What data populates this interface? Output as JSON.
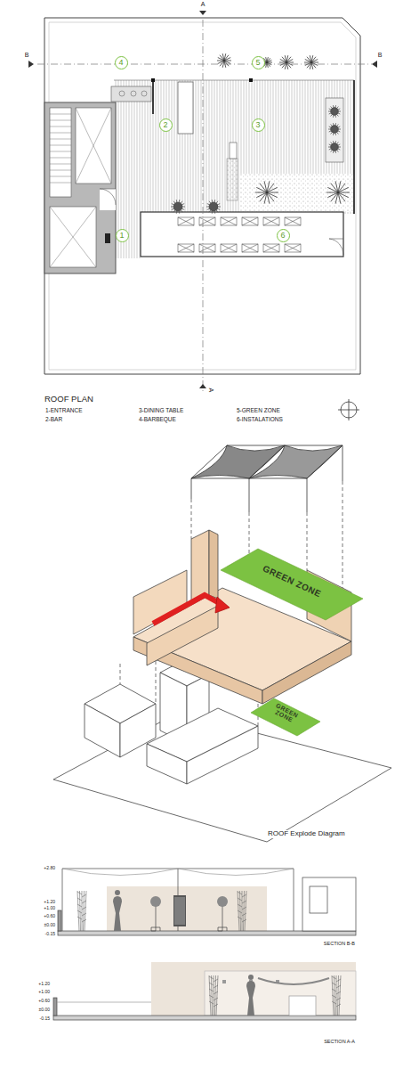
{
  "diagram": {
    "title": "ROOF PLAN",
    "nodes": [
      {
        "text": [
          "4"
        ]
      },
      {
        "text": [
          "5"
        ]
      },
      {
        "text": [
          "2"
        ]
      },
      {
        "text": [
          "3"
        ]
      },
      {
        "text": [
          "1"
        ]
      },
      {
        "text": [
          "6"
        ]
      },
      {
        "text": [
          "GREEN ZONE"
        ]
      },
      {
        "text": [
          "GREEN ZONE"
        ]
      }
    ],
    "labels": [
      "A",
      "B",
      "B",
      "A",
      "1-ENTRANCE",
      "2-BAR",
      "3-DINING TABLE",
      "4-BARBEQUE",
      "5-GREEN ZONE",
      "6-INSTALATIONS",
      "ROOF Explode Diagram",
      "+2.80",
      "+1.20",
      "+1.00",
      "+0.60",
      "±0.00",
      "-0.15",
      "SECTION B-B",
      "+1.20",
      "+1.00",
      "+0.60",
      "±0.00",
      "-0.15",
      "SECTION A-A"
    ]
  }
}
